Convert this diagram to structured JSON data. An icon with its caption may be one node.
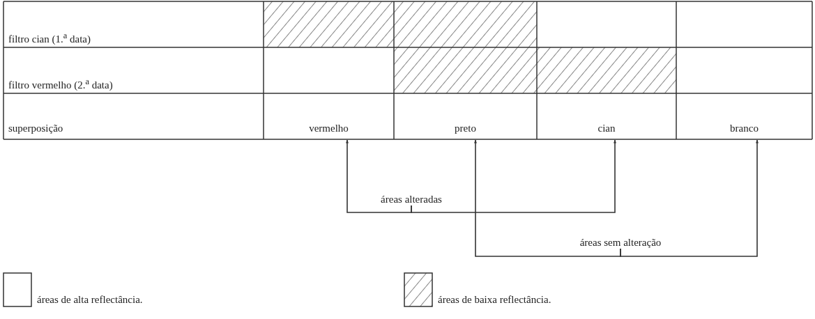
{
  "diagram": {
    "nodes": [
      {
        "text": [
          "vermelho"
        ]
      },
      {
        "text": [
          "preto"
        ]
      },
      {
        "text": [
          "cian"
        ]
      },
      {
        "text": [
          "branco"
        ]
      },
      {
        "text": [
          "áreas alteradas"
        ]
      },
      {
        "text": [
          "áreas sem alteração"
        ]
      }
    ],
    "edges": [
      {
        "from": 4,
        "to": 0,
        "arrow": "to"
      },
      {
        "from": 4,
        "to": 2,
        "arrow": "to"
      },
      {
        "from": 5,
        "to": 1,
        "arrow": "to"
      },
      {
        "from": 5,
        "to": 3,
        "arrow": "to"
      }
    ],
    "labels": [
      "filtro cian (1.$^{a}$ data)",
      "filtro vermelho (2.$^{a}$ data)",
      "superposição"
    ],
    "legend": [
      {
        "text": "áreas de alta reflectância."
      },
      {
        "text": "áreas de baixa reflectância."
      }
    ]
  }
}
